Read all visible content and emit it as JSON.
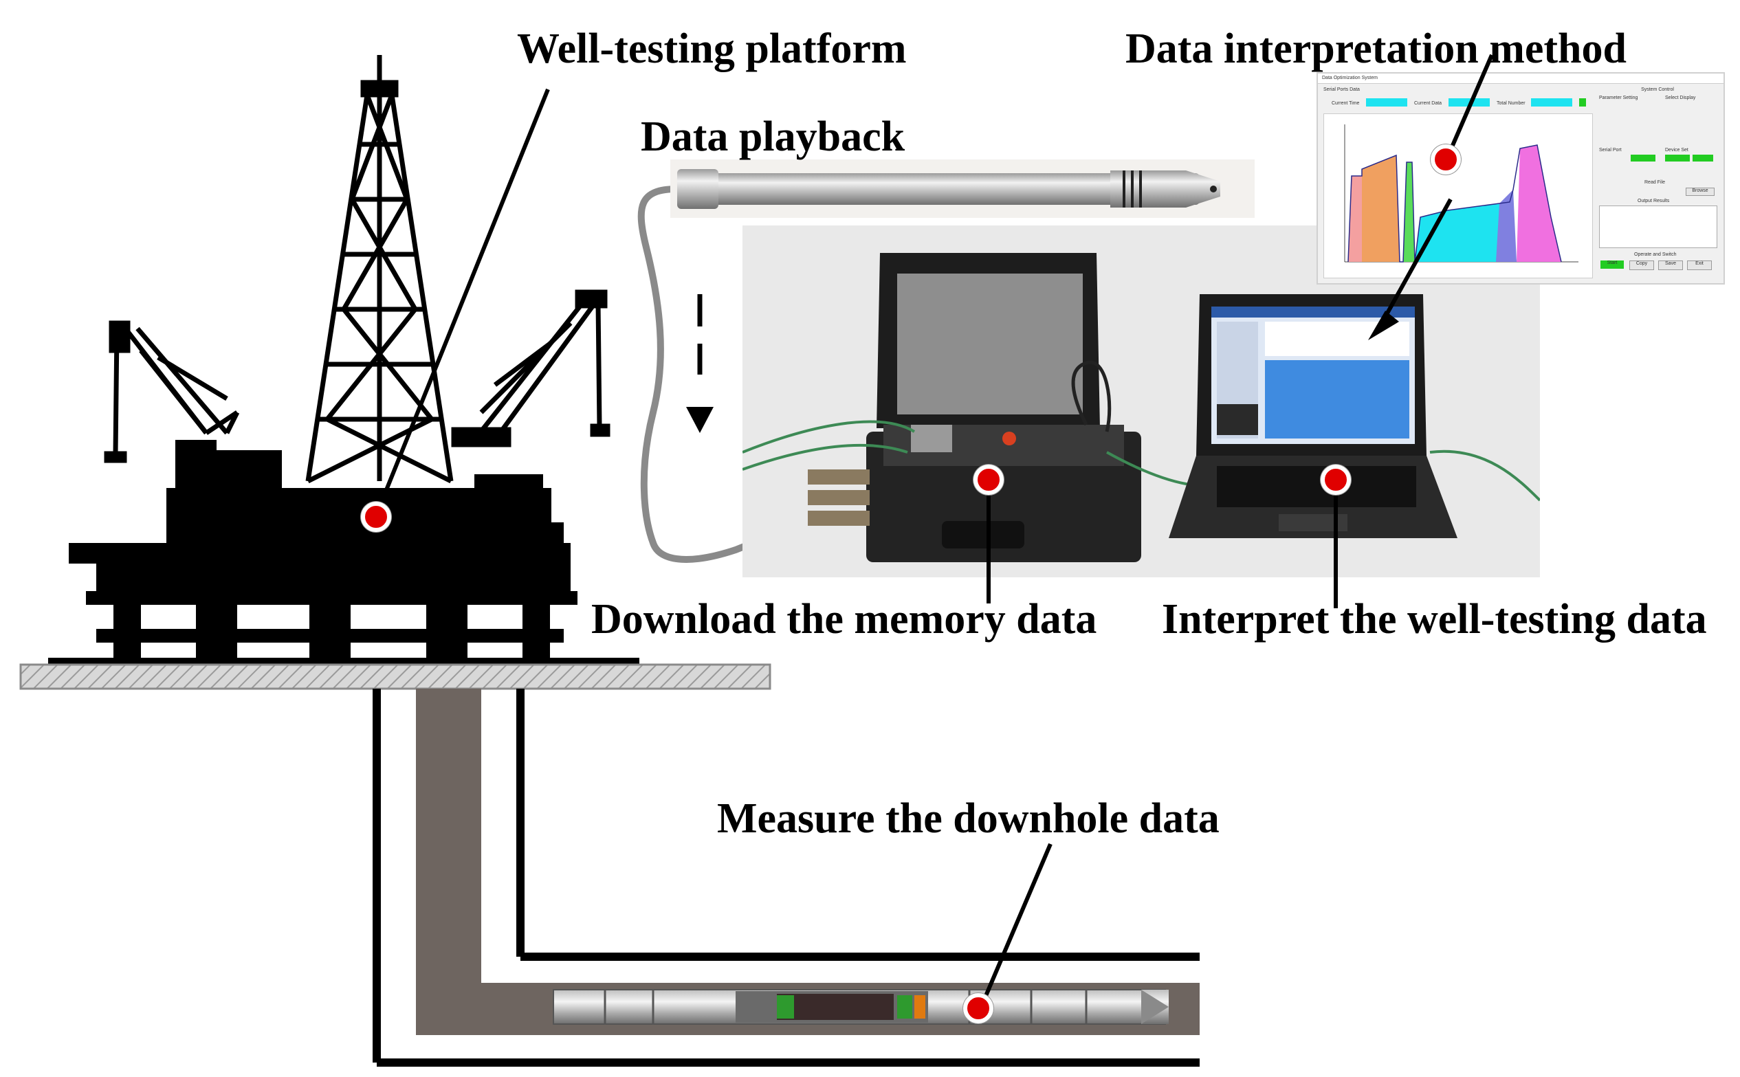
{
  "labels": {
    "well_testing_platform": "Well-testing platform",
    "data_interpretation_method": "Data interpretation method",
    "data_playback": "Data playback",
    "download_memory_data": "Download the memory data",
    "interpret_well_testing_data": "Interpret the well-testing data",
    "measure_downhole_data": "Measure the downhole data"
  },
  "software_window": {
    "title": "Data Optimization System",
    "serial_ports_data": "Serial Ports Data",
    "current_time": "Current Time",
    "current_data": "Current Data",
    "total_number": "Total Number",
    "system_control": "System Control",
    "parameter_setting": "Parameter Setting",
    "select_display": "Select Display",
    "serial_port": "Serial Port",
    "device_set": "Device Set",
    "read_file": "Read File",
    "browse": "Browse",
    "output_results": "Output Results",
    "operate_and_switch": "Operate and Switch",
    "buttons": [
      "Start",
      "Copy",
      "Save",
      "Exit"
    ]
  },
  "colors": {
    "marker": "#e00000",
    "ink": "#000000",
    "ground": "#c8c8c8",
    "well_casing": "#6e6560",
    "cyan_field": "#1ee3f0",
    "status_green": "#22cc22"
  }
}
